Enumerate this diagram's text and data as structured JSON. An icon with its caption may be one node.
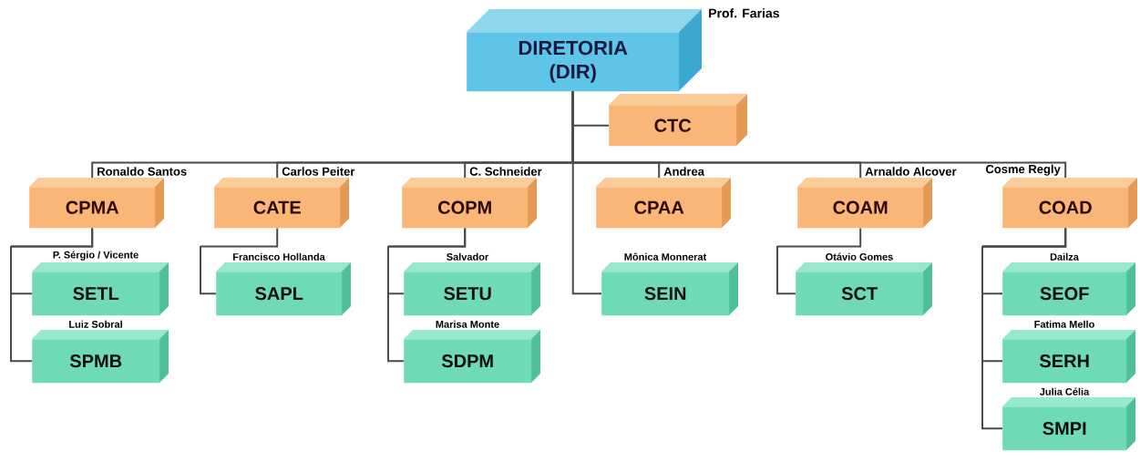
{
  "diagram": {
    "nodes": [
      {
        "text": [
          "DIRETORIA (DIR)"
        ],
        "beside": [
          "Prof. Farias"
        ]
      },
      {
        "text": [
          "CTC"
        ]
      },
      {
        "text": [
          "CPMA"
        ],
        "beside": [
          "Ronaldo Santos"
        ]
      },
      {
        "text": [
          "CATE"
        ],
        "beside": [
          "Carlos Peiter"
        ]
      },
      {
        "text": [
          "COPM"
        ],
        "beside": [
          "C. Schneider"
        ]
      },
      {
        "text": [
          "CPAA"
        ],
        "beside": [
          "Andrea"
        ]
      },
      {
        "text": [
          "COAM"
        ],
        "beside": [
          "Arnaldo Alcover"
        ]
      },
      {
        "text": [
          "COAD"
        ],
        "beside": [
          "Cosme Regly"
        ]
      },
      {
        "text": [
          "SETL"
        ],
        "beside": [
          "P. Sérgio / Vicente"
        ]
      },
      {
        "text": [
          "SPMB"
        ],
        "beside": [
          "Luiz Sobral"
        ]
      },
      {
        "text": [
          "SAPL"
        ],
        "beside": [
          "Francisco Hollanda"
        ]
      },
      {
        "text": [
          "SETU"
        ],
        "beside": [
          "Salvador"
        ]
      },
      {
        "text": [
          "SDPM"
        ],
        "beside": [
          "Marisa Monte"
        ]
      },
      {
        "text": [
          "SEIN"
        ],
        "beside": [
          "Mônica Monnerat"
        ]
      },
      {
        "text": [
          "SCT"
        ],
        "beside": [
          "Otávio Gomes"
        ]
      },
      {
        "text": [
          "SEOF"
        ],
        "beside": [
          "Dailza"
        ]
      },
      {
        "text": [
          "SERH"
        ],
        "beside": [
          "Fatima Mello"
        ]
      },
      {
        "text": [
          "SMPI"
        ],
        "beside": [
          "Julia Célia"
        ]
      }
    ],
    "edges": [
      {
        "from": 0,
        "to": 1,
        "arrow": "none"
      },
      {
        "from": 0,
        "to": 2,
        "arrow": "none"
      },
      {
        "from": 0,
        "to": 3,
        "arrow": "none"
      },
      {
        "from": 0,
        "to": 4,
        "arrow": "none"
      },
      {
        "from": 0,
        "to": 5,
        "arrow": "none"
      },
      {
        "from": 0,
        "to": 6,
        "arrow": "none"
      },
      {
        "from": 0,
        "to": 7,
        "arrow": "none"
      },
      {
        "from": 0,
        "to": 13,
        "arrow": "none"
      },
      {
        "from": 2,
        "to": 8,
        "arrow": "none"
      },
      {
        "from": 2,
        "to": 9,
        "arrow": "none"
      },
      {
        "from": 3,
        "to": 10,
        "arrow": "none"
      },
      {
        "from": 4,
        "to": 11,
        "arrow": "none"
      },
      {
        "from": 4,
        "to": 12,
        "arrow": "none"
      },
      {
        "from": 6,
        "to": 14,
        "arrow": "none"
      },
      {
        "from": 7,
        "to": 15,
        "arrow": "none"
      },
      {
        "from": 7,
        "to": 16,
        "arrow": "none"
      },
      {
        "from": 7,
        "to": 17,
        "arrow": "none"
      }
    ]
  }
}
